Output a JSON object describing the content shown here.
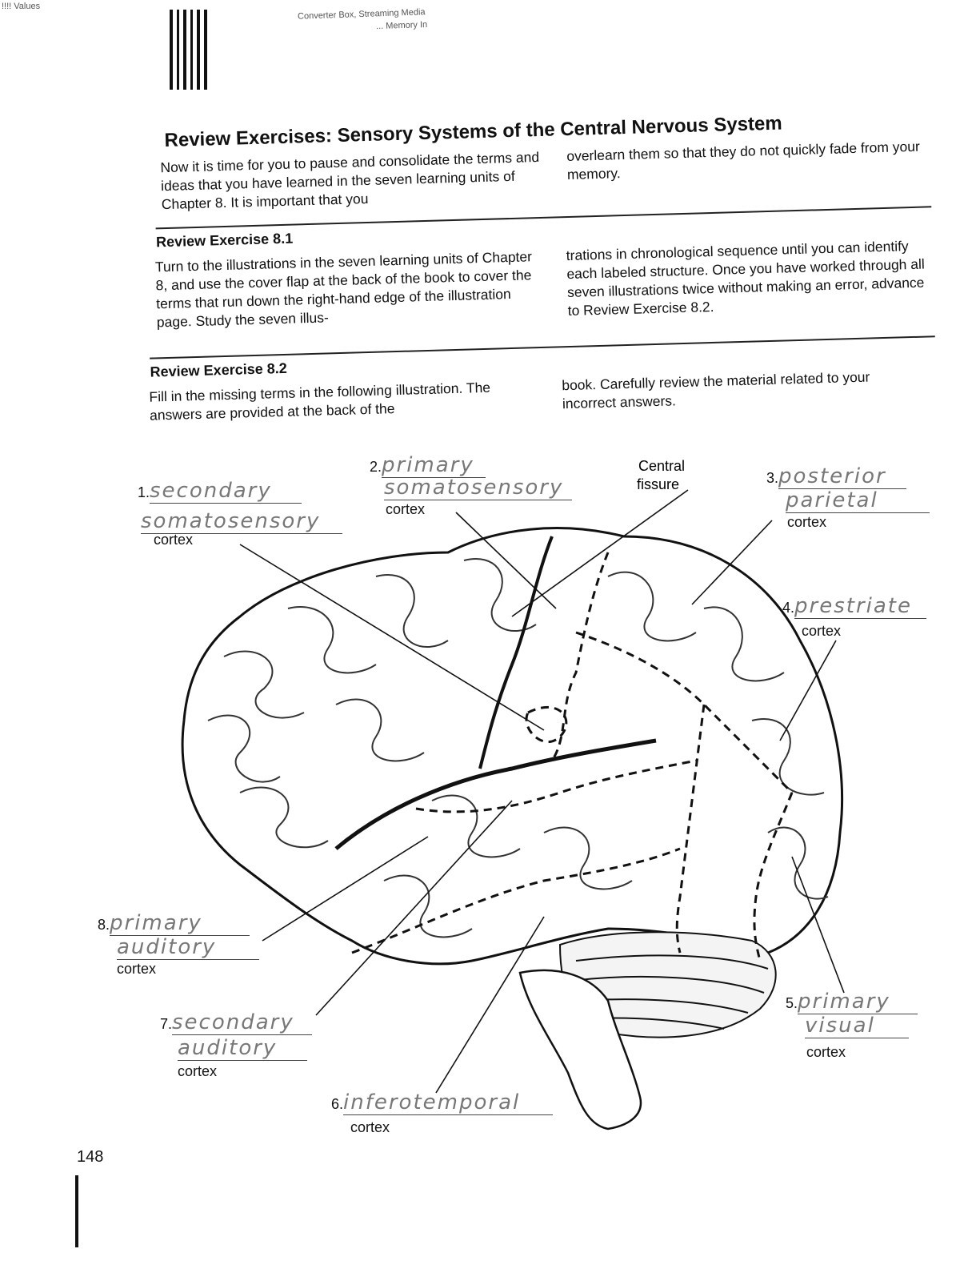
{
  "scrap": {
    "top_left": "!!!! Values",
    "top_middle_1": "Converter Box, Streaming Media",
    "top_middle_2": "... Memory In"
  },
  "title": "Review Exercises: Sensory Systems of the Central Nervous System",
  "intro": {
    "left": "Now it is time for you to pause and consolidate the terms and ideas that you have learned in the seven learning units of Chapter 8. It is important that you",
    "right": "overlearn them so that they do not quickly fade from your memory."
  },
  "exercise_81": {
    "heading": "Review Exercise 8.1",
    "left": "Turn to the illustrations in the seven learning units of Chapter 8, and use the cover flap at the back of the book to cover the terms that run down the right-hand edge of the illustration page. Study the seven illus-",
    "right": "trations in chronological sequence until you can identify each labeled structure. Once you have worked through all seven illustrations twice without making an error, advance to Review Exercise 8.2."
  },
  "exercise_82": {
    "heading": "Review Exercise 8.2",
    "left": "Fill in the missing terms in the following illustration. The answers are provided at the back of the",
    "right": "book. Carefully review the material related to your incorrect answers."
  },
  "diagram": {
    "central_fissure_1": "Central",
    "central_fissure_2": "fissure",
    "labels": [
      {
        "num": "1.",
        "answer_1": "secondary",
        "answer_2": "somatosensory",
        "suffix": "cortex"
      },
      {
        "num": "2.",
        "answer_1": "primary",
        "answer_2": "somatosensory",
        "suffix": "cortex"
      },
      {
        "num": "3.",
        "answer_1": "posterior",
        "answer_2": "parietal",
        "suffix": "cortex"
      },
      {
        "num": "4.",
        "answer_1": "prestriate",
        "suffix": "cortex"
      },
      {
        "num": "5.",
        "answer_1": "primary",
        "answer_2": "visual",
        "suffix": "cortex"
      },
      {
        "num": "6.",
        "answer_1": "inferotemporal",
        "suffix": "cortex"
      },
      {
        "num": "7.",
        "answer_1": "secondary",
        "answer_2": "auditory",
        "suffix": "cortex"
      },
      {
        "num": "8.",
        "answer_1": "primary",
        "answer_2": "auditory",
        "suffix": "cortex"
      }
    ]
  },
  "page_number": "148"
}
